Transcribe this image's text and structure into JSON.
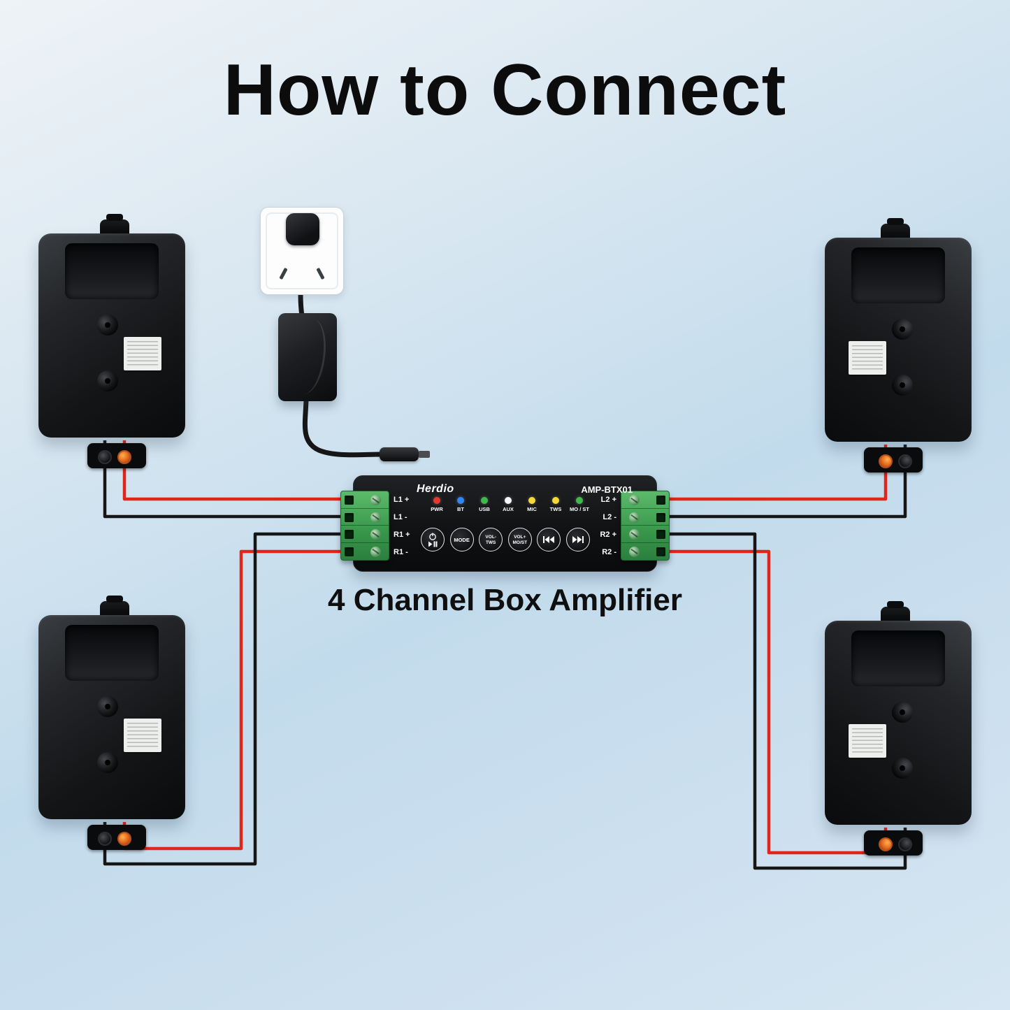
{
  "title": "How to Connect",
  "caption": "4 Channel Box Amplifier",
  "colors": {
    "wire_red": "#e0251b",
    "wire_black": "#161616",
    "terminal_block_green": "#3f9e52",
    "background_blue": "#c2dbec"
  },
  "amplifier": {
    "brand": "Herdio",
    "model": "AMP-BTX01",
    "leds": [
      {
        "label": "PWR",
        "color": "#e8372c"
      },
      {
        "label": "BT",
        "color": "#2f86f6"
      },
      {
        "label": "USB",
        "color": "#3dbb4a"
      },
      {
        "label": "AUX",
        "color": "#f5f6f7"
      },
      {
        "label": "MIC",
        "color": "#f6d935"
      },
      {
        "label": "TWS",
        "color": "#f6d935"
      },
      {
        "label": "MO / ST",
        "color": "#3dbb4a"
      }
    ],
    "buttons": {
      "mode": "MODE",
      "vol_down_line1": "VOL-",
      "vol_down_line2": "TWS",
      "vol_up_line1": "VOL+",
      "vol_up_line2": "MO/ST"
    },
    "terminals_left": [
      "L1 +",
      "L1 -",
      "R1 +",
      "R1 -"
    ],
    "terminals_right": [
      "L2 +",
      "L2 -",
      "R2 +",
      "R2 -"
    ]
  }
}
